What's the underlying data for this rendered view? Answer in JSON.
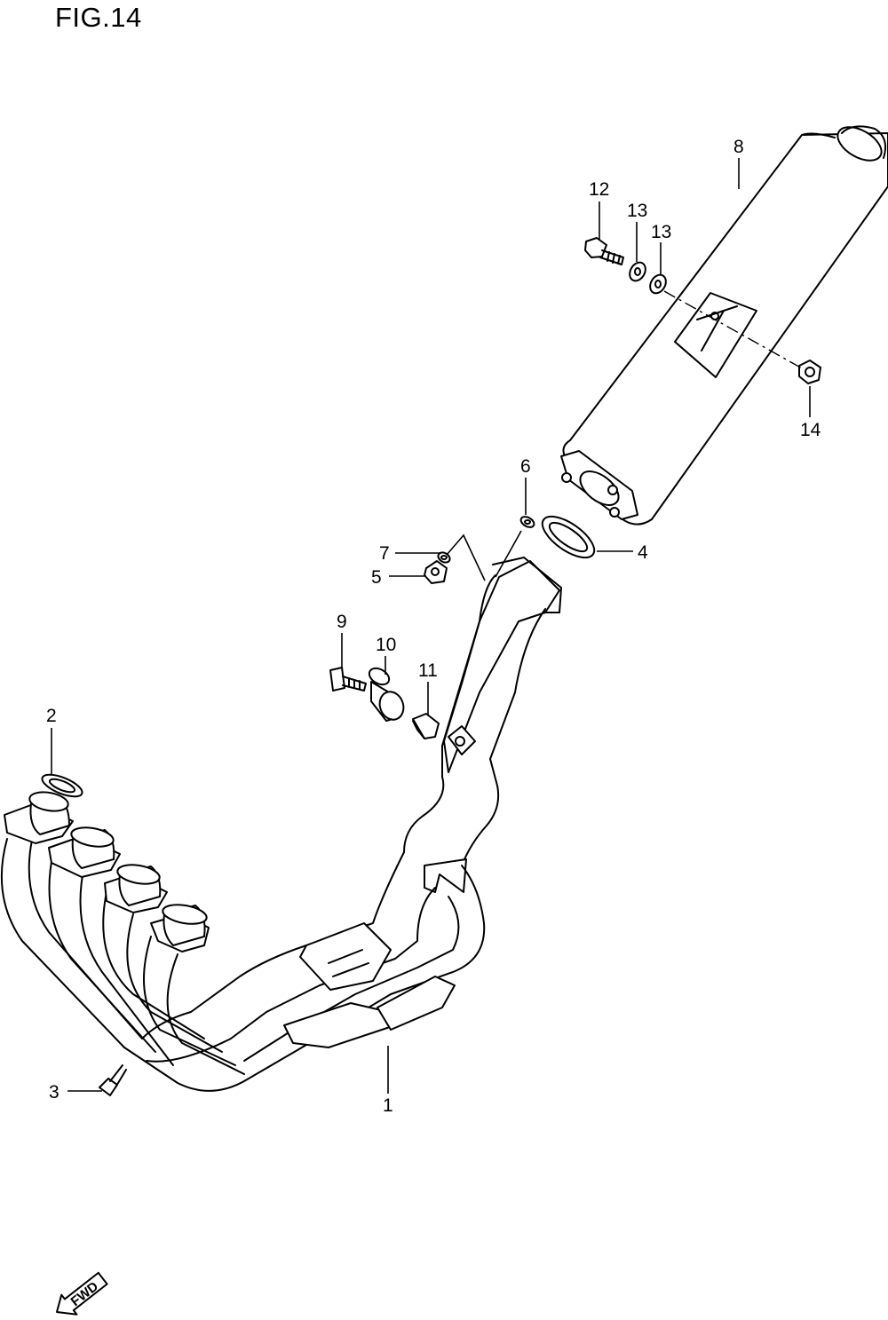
{
  "figure": {
    "title": "FIG.14"
  },
  "callouts": [
    {
      "id": "c1",
      "label": "1"
    },
    {
      "id": "c2",
      "label": "2"
    },
    {
      "id": "c3",
      "label": "3"
    },
    {
      "id": "c4",
      "label": "4"
    },
    {
      "id": "c5",
      "label": "5"
    },
    {
      "id": "c6",
      "label": "6"
    },
    {
      "id": "c7",
      "label": "7"
    },
    {
      "id": "c8",
      "label": "8"
    },
    {
      "id": "c9",
      "label": "9"
    },
    {
      "id": "c10",
      "label": "10"
    },
    {
      "id": "c11",
      "label": "11"
    },
    {
      "id": "c12",
      "label": "12"
    },
    {
      "id": "c13a",
      "label": "13"
    },
    {
      "id": "c13b",
      "label": "13"
    },
    {
      "id": "c14",
      "label": "14"
    }
  ],
  "direction_badge": {
    "label": "FWD"
  }
}
